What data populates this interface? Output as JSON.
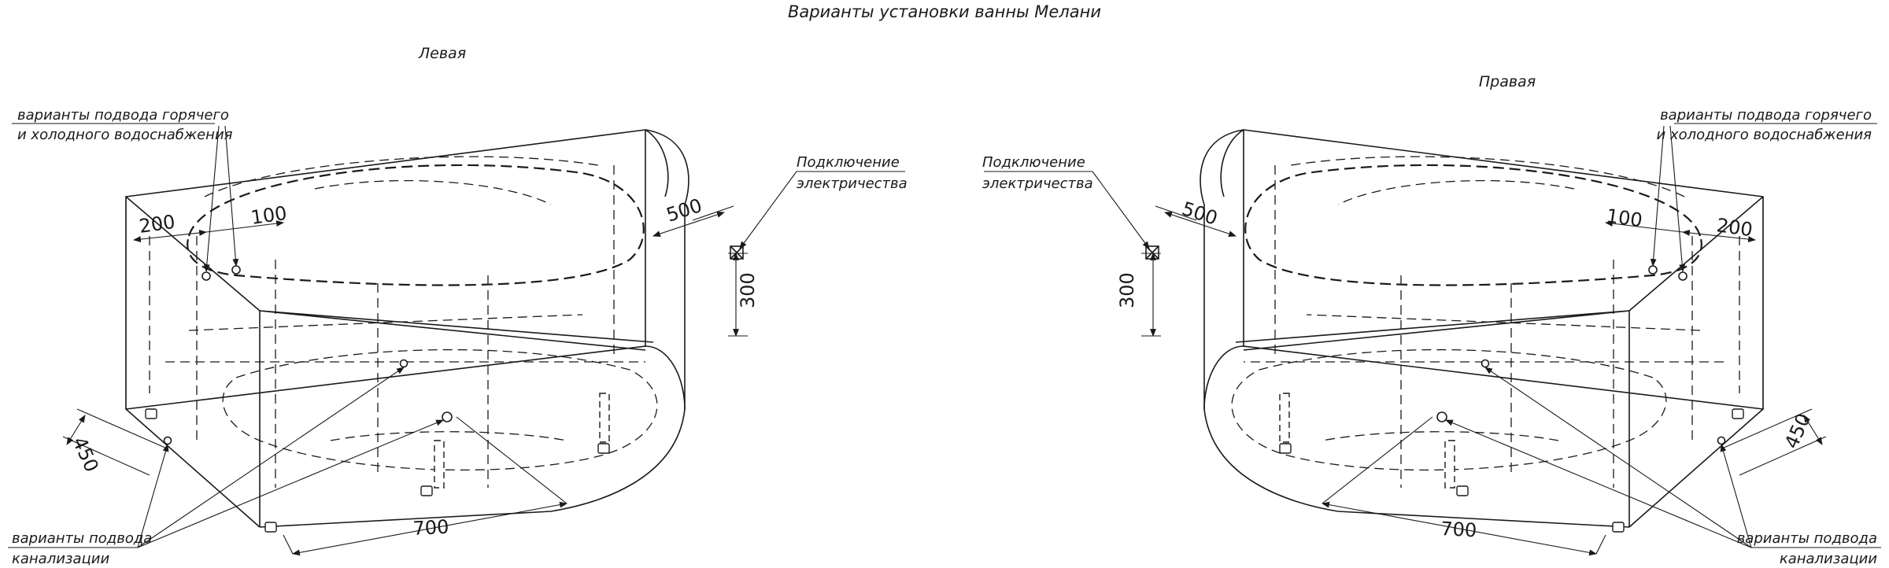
{
  "title": "Варианты установки ванны Мелани",
  "left": {
    "side_label": "Левая",
    "water_note": [
      "варианты подвода горячего",
      "и холодного водоснабжения"
    ],
    "drain_note": [
      "варианты подвода",
      "канализации"
    ],
    "power_note": [
      "Подключение",
      "электричества"
    ],
    "dim_200": "200",
    "dim_100": "100",
    "dim_500": "500",
    "dim_300": "300",
    "dim_450": "450",
    "dim_700": "700"
  },
  "right": {
    "side_label": "Правая",
    "water_note": [
      "варианты подвода горячего",
      "и холодного водоснабжения"
    ],
    "drain_note": [
      "варианты подвода",
      "канализации"
    ],
    "power_note": [
      "Подключение",
      "электричества"
    ],
    "dim_200": "200",
    "dim_100": "100",
    "dim_500": "500",
    "dim_300": "300",
    "dim_450": "450",
    "dim_700": "700"
  }
}
